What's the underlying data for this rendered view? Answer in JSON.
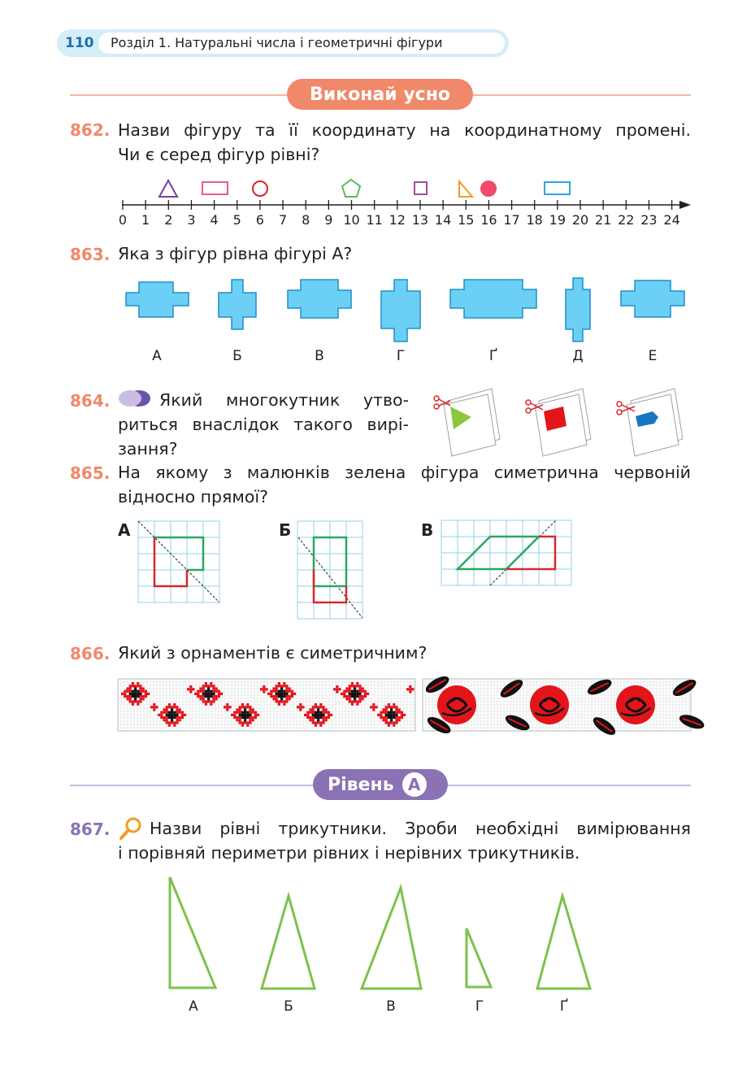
{
  "header": {
    "page_number": "110",
    "chapter_title": "Розділ 1. Натуральні числа і геометричні фігури"
  },
  "banners": {
    "oral": "Виконай усно",
    "level_word": "Рівень",
    "level_letter": "А"
  },
  "colors": {
    "orange": "#f0896a",
    "purple": "#8a72b5",
    "figure_blue": "#6ccff6",
    "grid_blue": "#8ed3ea",
    "green": "#2aa760",
    "red": "#d9272e",
    "triangle_green": "#7dc24b"
  },
  "problems": {
    "p862": {
      "number": "862.",
      "line1": "Назви фігуру та її координату на координатному промені.",
      "line2": "Чи є серед фігур рівні?",
      "ticks": [
        "0",
        "1",
        "2",
        "3",
        "4",
        "5",
        "6",
        "7",
        "8",
        "9",
        "10",
        "11",
        "12",
        "13",
        "14",
        "15",
        "16",
        "17",
        "18",
        "19",
        "20",
        "21",
        "22",
        "23",
        "24"
      ],
      "figures": [
        {
          "shape": "triangle-icon",
          "coordinate": 2
        },
        {
          "shape": "rectangle-icon",
          "coordinate": 4
        },
        {
          "shape": "circle-icon",
          "coordinate": 6
        },
        {
          "shape": "pentagon-icon",
          "coordinate": 10
        },
        {
          "shape": "square-icon",
          "coordinate": 13
        },
        {
          "shape": "right-triangle-icon",
          "coordinate": 15
        },
        {
          "shape": "filled-circle-icon",
          "coordinate": 16
        },
        {
          "shape": "rectangle-icon",
          "coordinate": 19
        }
      ]
    },
    "p863": {
      "number": "863.",
      "text": "Яка з фігур рівна фігурі А?",
      "labels": [
        "А",
        "Б",
        "В",
        "Г",
        "Ґ",
        "Д",
        "Е"
      ]
    },
    "p864": {
      "number": "864.",
      "line1": "Який многокутник утво-",
      "line2": "риться внаслідок такого вирі-",
      "line3": "зання?"
    },
    "p865": {
      "number": "865.",
      "line1": "На якому з малюнків зелена фігура симетрична червоній",
      "line2": "відносно прямої?",
      "panels": [
        "А",
        "Б",
        "В"
      ]
    },
    "p866": {
      "number": "866.",
      "text": "Який з орнаментів є симетричним?"
    },
    "p867": {
      "number": "867.",
      "line1": "Назви рівні трикутники. Зроби необхідні вимірювання",
      "line2": "і порівняй периметри рівних і нерівних трикутників.",
      "labels": [
        "А",
        "Б",
        "В",
        "Г",
        "Ґ"
      ]
    }
  }
}
